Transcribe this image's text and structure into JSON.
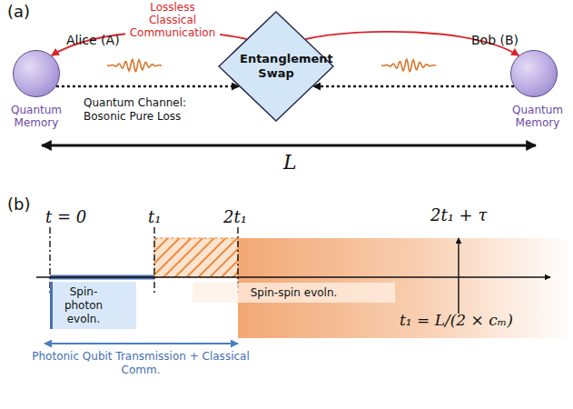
{
  "diagram": {
    "nodes": [
      {
        "text": [
          "Alice (A)",
          "Quantum Memory"
        ]
      },
      {
        "text": [
          "Entanglement Swap"
        ]
      },
      {
        "text": [
          "Bob (B)",
          "Quantum Memory"
        ]
      },
      {
        "text": [
          "Spin-photon evoln."
        ]
      },
      {
        "text": [
          "Spin-spin evoln."
        ]
      }
    ],
    "edges": [
      {
        "from": 0,
        "to": 1,
        "arrow": "to",
        "label": "Quantum Channel: Bosonic Pure Loss"
      },
      {
        "from": 2,
        "to": 1,
        "arrow": "to"
      },
      {
        "from": 1,
        "to": 0,
        "arrow": "to",
        "label": "Lossless Classical Communication"
      },
      {
        "from": 1,
        "to": 2,
        "arrow": "to"
      }
    ],
    "labels": [
      "(a)",
      "L",
      "(b)",
      "t = 0",
      "t₁",
      "2t₁",
      "2t₁ + τ",
      "t₁ = L/(2 × cₘ)",
      "Photonic Qubit Transmission + Classical Comm."
    ]
  }
}
